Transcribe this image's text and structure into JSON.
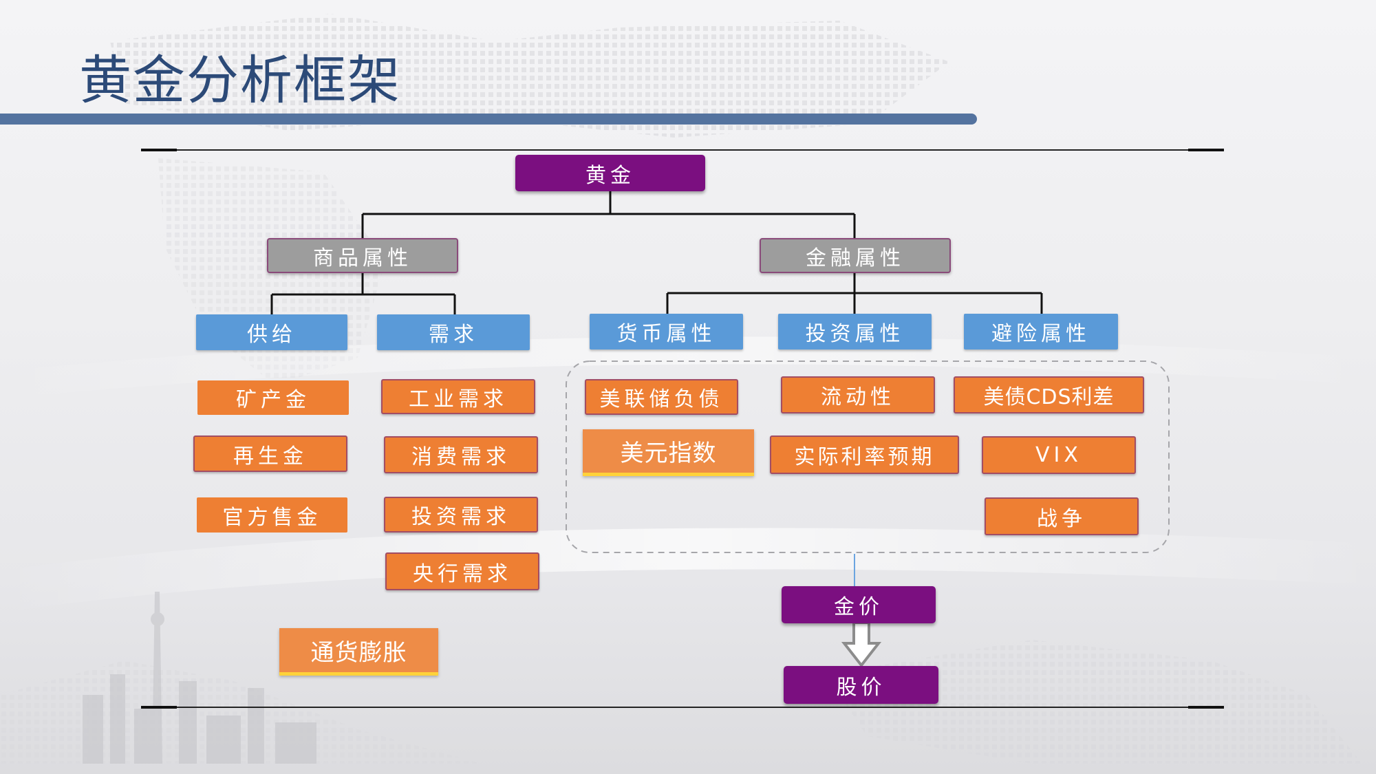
{
  "page": {
    "title": "黄金分析框架"
  },
  "diagram": {
    "root": "黄金",
    "commodity": {
      "label": "商品属性",
      "supply": {
        "label": "供给",
        "items": [
          "矿产金",
          "再生金",
          "官方售金"
        ]
      },
      "demand": {
        "label": "需求",
        "items": [
          "工业需求",
          "消费需求",
          "投资需求",
          "央行需求"
        ]
      }
    },
    "financial": {
      "label": "金融属性",
      "currency": {
        "label": "货币属性",
        "items": [
          "美联储负债",
          "美元指数"
        ]
      },
      "investment": {
        "label": "投资属性",
        "items": [
          "流动性",
          "实际利率预期"
        ]
      },
      "safe_haven": {
        "label": "避险属性",
        "items": [
          "美债CDS利差",
          "VIX",
          "战争"
        ]
      }
    },
    "inflation": "通货膨胀",
    "gold_price": "金价",
    "stock_price": "股价"
  },
  "colors": {
    "root": "#7b0f80",
    "attribute": "#9d9d9d",
    "category": "#5a9ad8",
    "factor": "#ee7f33",
    "title": "#2c4a78",
    "title_bar": "#54739f"
  }
}
